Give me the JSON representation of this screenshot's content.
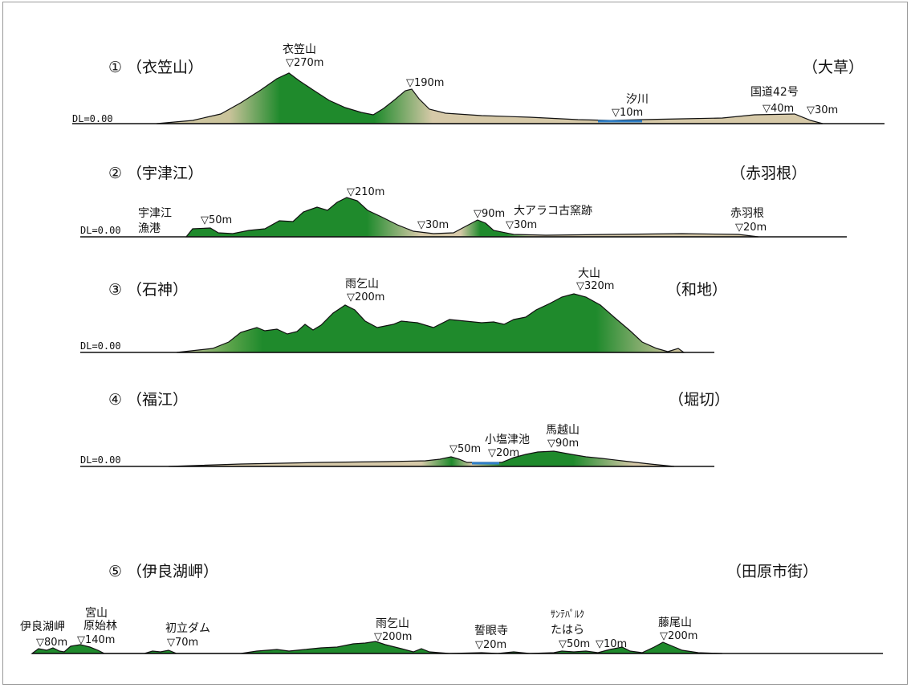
{
  "datum_label": "DL=0.00",
  "colors": {
    "mountain": "#1f8a2c",
    "lowland": "#d6c9a8",
    "water": "#2f7fc8",
    "outline": "#111111"
  },
  "sections": [
    {
      "number": "①",
      "left_label": "（衣笠山）",
      "right_label": "（大草）",
      "features": {
        "kinugasa_name": "衣笠山",
        "kinugasa_elev": "▽270m",
        "peak2_elev": "▽190m",
        "river_name": "汐川",
        "river_elev": "▽10m",
        "route_name": "国道42号",
        "route_elev": "▽40m",
        "end_elev": "▽30m"
      }
    },
    {
      "number": "②",
      "left_label": "（宇津江）",
      "right_label": "（赤羽根）",
      "features": {
        "port_name_1": "宇津江",
        "port_name_2": "漁港",
        "port_elev": "▽50m",
        "peak_elev": "▽210m",
        "valley_elev": "▽30m",
        "hill_elev": "▽90m",
        "kiln_name": "大アラコ古窯跡",
        "kiln_elev": "▽30m",
        "akabane_name": "赤羽根",
        "akabane_elev": "▽20m"
      }
    },
    {
      "number": "③",
      "left_label": "（石神）",
      "right_label": "（和地）",
      "features": {
        "amagoi_name": "雨乞山",
        "amagoi_elev": "▽200m",
        "oyama_name": "大山",
        "oyama_elev": "▽320m"
      }
    },
    {
      "number": "④",
      "left_label": "（福江）",
      "right_label": "（堀切）",
      "features": {
        "hill_elev": "▽50m",
        "pond_name": "小塩津池",
        "pond_elev": "▽20m",
        "umakoshi_name": "馬越山",
        "umakoshi_elev": "▽90m"
      }
    },
    {
      "number": "⑤",
      "left_label": "（伊良湖岬）",
      "right_label": "（田原市街）",
      "features": {
        "irago_name": "伊良湖岬",
        "irago_elev": "▽80m",
        "miyama_name_1": "宮山",
        "miyama_name_2": "原始林",
        "miyama_elev": "▽140m",
        "dam_name": "初立ダム",
        "dam_elev": "▽70m",
        "amagoi_name": "雨乞山",
        "amagoi_elev": "▽200m",
        "seiganji_name": "誓眼寺",
        "seiganji_elev": "▽20m",
        "santepark_name_1": "ｻﾝﾃﾊﾟﾙｸ",
        "santepark_name_2": "たはら",
        "santepark_elev": "▽50m",
        "santepark_elev2": "▽10m",
        "fujio_name": "藤尾山",
        "fujio_elev": "▽200m"
      }
    }
  ]
}
